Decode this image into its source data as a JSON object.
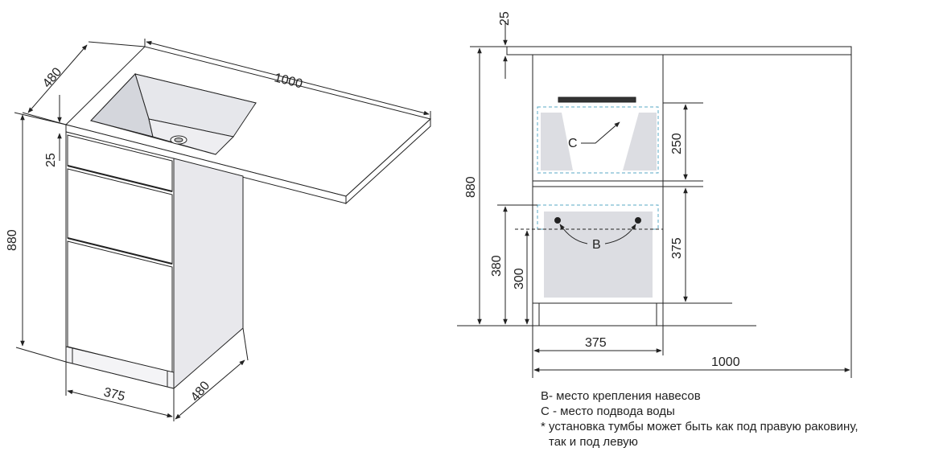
{
  "iso_view": {
    "width_label": "1000",
    "depth_top_label": "480",
    "depth_side_label": "480",
    "front_width_label": "375",
    "height_label": "880",
    "countertop_label": "25"
  },
  "front_view": {
    "countertop_label": "25",
    "height_label": "880",
    "zone_c_height_label": "250",
    "zone_b_height_label": "375",
    "mount_height_label": "380",
    "mount_low_label": "300",
    "cabinet_width_label": "375",
    "total_width_label": "1000",
    "marker_c": "C",
    "marker_b": "B"
  },
  "legend": {
    "line_b": "В- место крепления навесов",
    "line_c": "С - место подвода воды",
    "note_1": "* установка тумбы может быть как под правую раковину,",
    "note_2": "так и под левую"
  },
  "colors": {
    "line": "#222222",
    "panel_fill": "#ffffff",
    "side_shade": "#e8e8ec",
    "zone_fill": "#dcdde2",
    "dashed": "#5aa9c6"
  }
}
